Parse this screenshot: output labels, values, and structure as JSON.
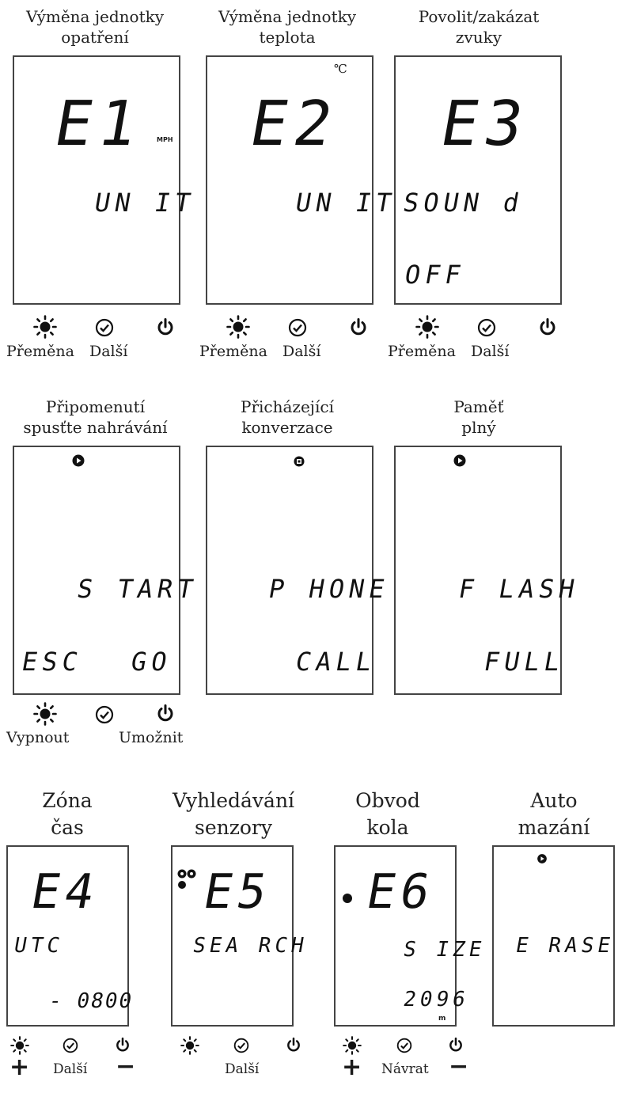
{
  "row1": [
    {
      "title1": "Výměna jednotky",
      "title2": "opatření",
      "code": "E1",
      "unit": "MPH",
      "text1": "UN IT",
      "text2": ""
    },
    {
      "title1": "Výměna jednotky",
      "title2": "teplota",
      "code": "E2",
      "unit": "℃",
      "text1": "UN IT",
      "text2": ""
    },
    {
      "title1": "Povolit/zakázat",
      "title2": "zvuky",
      "code": "E3",
      "unit": "",
      "text1": "SOUN d",
      "text2": "OFF"
    }
  ],
  "row1_labels": {
    "left": "Přeměna",
    "mid": "Další"
  },
  "row2": [
    {
      "title1": "Připomenutí",
      "title2": "spusťte nahrávání",
      "text1": "S TART",
      "esc": "ESC",
      "go": "GO"
    },
    {
      "title1": "Přicházející",
      "title2": "konverzace",
      "text1": "P HONE",
      "text2": "CALL"
    },
    {
      "title1": "Paměť",
      "title2": "plný",
      "text1": "F LASH",
      "text2": "FULL"
    }
  ],
  "row2_labels": {
    "left": "Vypnout",
    "right": "Umožnit"
  },
  "row3": [
    {
      "title1": "Zóna",
      "title2": "čas",
      "code": "E4",
      "text1": "UTC",
      "text2": "- 0800"
    },
    {
      "title1": "Vyhledávání",
      "title2": "senzory",
      "code": "E5",
      "text1": "SEA RCH"
    },
    {
      "title1": "Obvod",
      "title2": "kola",
      "code": "E6",
      "text1": "S IZE",
      "text2": "2096",
      "unit": "m"
    },
    {
      "title1": "Auto",
      "title2": "mazání",
      "text1": "E RASE"
    }
  ],
  "row3_labels": {
    "plus": "+",
    "minus": "−",
    "next1": "Další",
    "next2": "Další",
    "back": "Návrat"
  },
  "colors": {
    "ink": "#111111",
    "border": "#444444"
  }
}
